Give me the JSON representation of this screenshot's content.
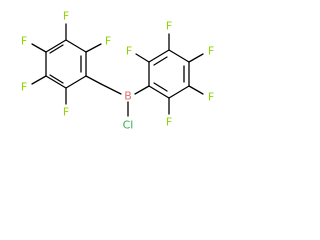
{
  "molecule": {
    "colors": {
      "bond": "#000000",
      "fluorine": "#8fd400",
      "boron": "#e07070",
      "chlorine": "#2fb04a"
    },
    "labels": {
      "boron": "B",
      "chlorine": "Cl",
      "left_ring": [
        "F",
        "F",
        "F",
        "F",
        "F"
      ],
      "right_ring": [
        "F",
        "F",
        "F",
        "F",
        "F"
      ]
    }
  }
}
